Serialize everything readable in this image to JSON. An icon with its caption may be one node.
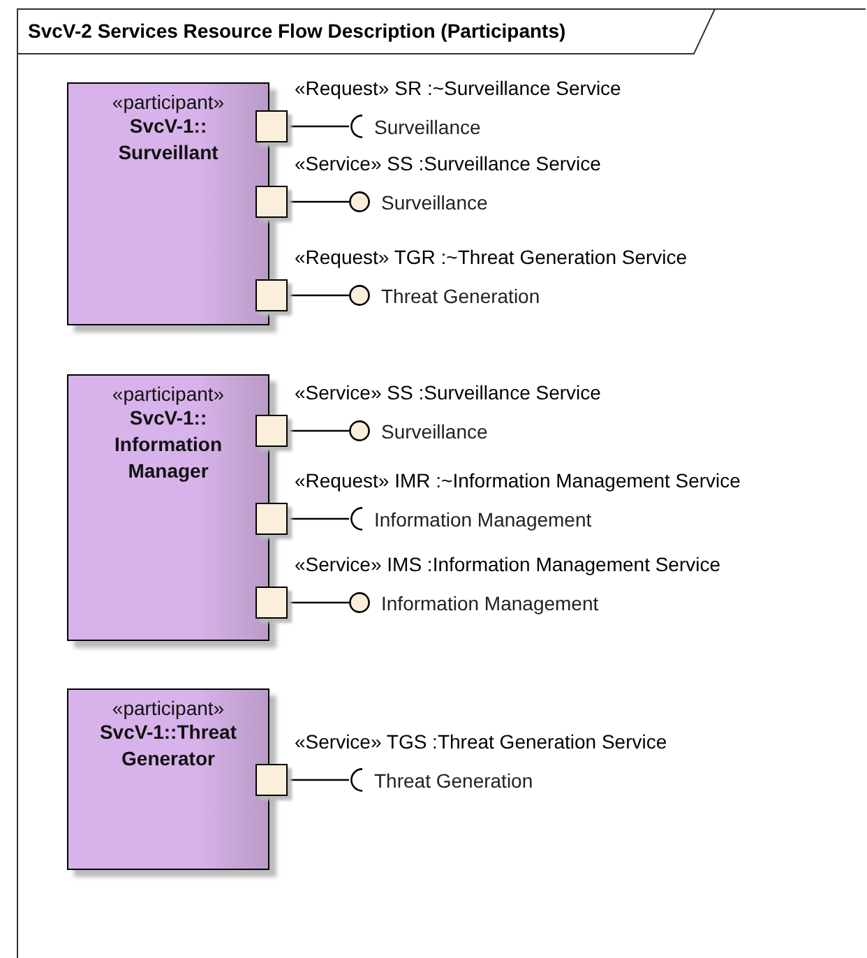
{
  "diagram": {
    "title": "SvcV-2 Services Resource Flow Description (Participants)",
    "nodes": [
      {
        "text": [
          "«participant»",
          "SvcV-1:: Surveillant"
        ]
      },
      {
        "text": [],
        "shape": "box",
        "beside": [
          "«Request» SR :~Surveillance Service"
        ]
      },
      {
        "text": [],
        "shape": "arc",
        "beside": [
          "Surveillance"
        ]
      },
      {
        "text": [],
        "shape": "box",
        "beside": [
          "«Service» SS :Surveillance Service"
        ]
      },
      {
        "text": [],
        "shape": "circle",
        "beside": [
          "Surveillance"
        ]
      },
      {
        "text": [],
        "shape": "box",
        "beside": [
          "«Request» TGR :~Threat Generation Service"
        ]
      },
      {
        "text": [],
        "shape": "circle",
        "beside": [
          "Threat Generation"
        ]
      },
      {
        "text": [
          "«participant»",
          "SvcV-1:: Information Manager"
        ]
      },
      {
        "text": [],
        "shape": "box",
        "beside": [
          "«Service» SS :Surveillance Service"
        ]
      },
      {
        "text": [],
        "shape": "circle",
        "beside": [
          "Surveillance"
        ]
      },
      {
        "text": [],
        "shape": "box",
        "beside": [
          "«Request» IMR :~Information Management Service"
        ]
      },
      {
        "text": [],
        "shape": "arc",
        "beside": [
          "Information Management"
        ]
      },
      {
        "text": [],
        "shape": "box",
        "beside": [
          "«Service» IMS :Information Management Service"
        ]
      },
      {
        "text": [],
        "shape": "circle",
        "beside": [
          "Information Management"
        ]
      },
      {
        "text": [
          "«participant»",
          "SvcV-1::Threat Generator"
        ]
      },
      {
        "text": [],
        "shape": "box",
        "beside": [
          "«Service» TGS :Threat Generation Service"
        ]
      },
      {
        "text": [],
        "shape": "arc",
        "beside": [
          "Threat Generation"
        ]
      }
    ],
    "edges": [
      {
        "from": 1,
        "to": 2,
        "arrow": "none"
      },
      {
        "from": 3,
        "to": 4,
        "arrow": "none"
      },
      {
        "from": 5,
        "to": 6,
        "arrow": "none"
      },
      {
        "from": 8,
        "to": 9,
        "arrow": "none"
      },
      {
        "from": 10,
        "to": 11,
        "arrow": "none"
      },
      {
        "from": 12,
        "to": 13,
        "arrow": "none"
      },
      {
        "from": 15,
        "to": 16,
        "arrow": "none"
      }
    ]
  }
}
